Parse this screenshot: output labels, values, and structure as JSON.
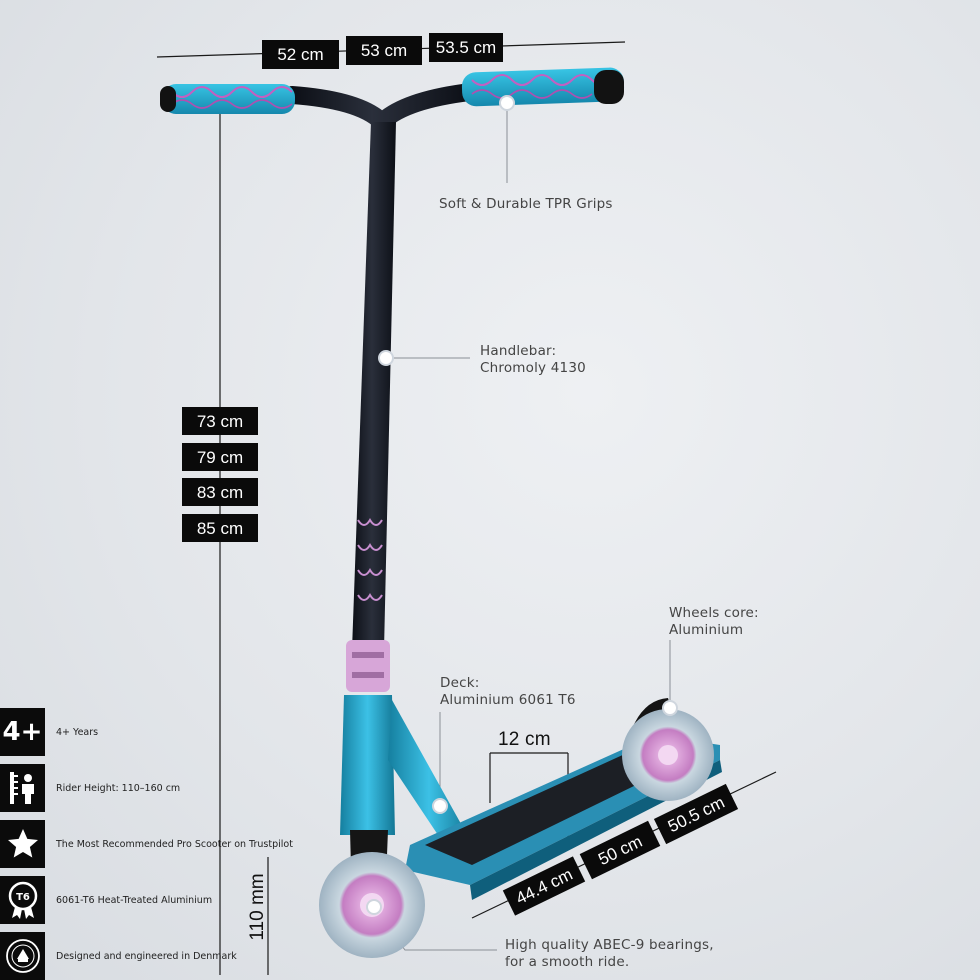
{
  "dimensions": {
    "handlebar_widths": [
      "52 cm",
      "53 cm",
      "53.5 cm"
    ],
    "heights": [
      "73 cm",
      "79 cm",
      "83 cm",
      "85 cm"
    ],
    "deck_width": "12 cm",
    "deck_lengths": [
      "44.4 cm",
      "50 cm",
      "50.5 cm"
    ],
    "wheel_size": "110 mm"
  },
  "callouts": {
    "grips": "Soft & Durable TPR Grips",
    "handlebar_line1": "Handlebar:",
    "handlebar_line2": "Chromoly 4130",
    "wheels_line1": "Wheels core:",
    "wheels_line2": "Aluminium",
    "deck_line1": "Deck:",
    "deck_line2": "Aluminium 6061 T6",
    "bearings_line1": "High quality ABEC-9 bearings,",
    "bearings_line2": "for a smooth ride."
  },
  "features": [
    {
      "icon": "age-badge",
      "badge": "4+",
      "label": "4+ Years"
    },
    {
      "icon": "height-icon",
      "badge": "",
      "label": "Rider Height: 110–160 cm"
    },
    {
      "icon": "star-icon",
      "badge": "",
      "label": "The Most Recommended Pro Scooter on Trustpilot"
    },
    {
      "icon": "t6-medal-icon",
      "badge": "T6",
      "label": "6061-T6 Heat-Treated Aluminium"
    },
    {
      "icon": "denmark-seal-icon",
      "badge": "",
      "label": "Designed and engineered in Denmark"
    }
  ],
  "colors": {
    "accent_blue": "#1fa3c9",
    "accent_pink": "#d7a6d8",
    "bar_black": "#141821",
    "label_bg": "#0a0a0a"
  }
}
